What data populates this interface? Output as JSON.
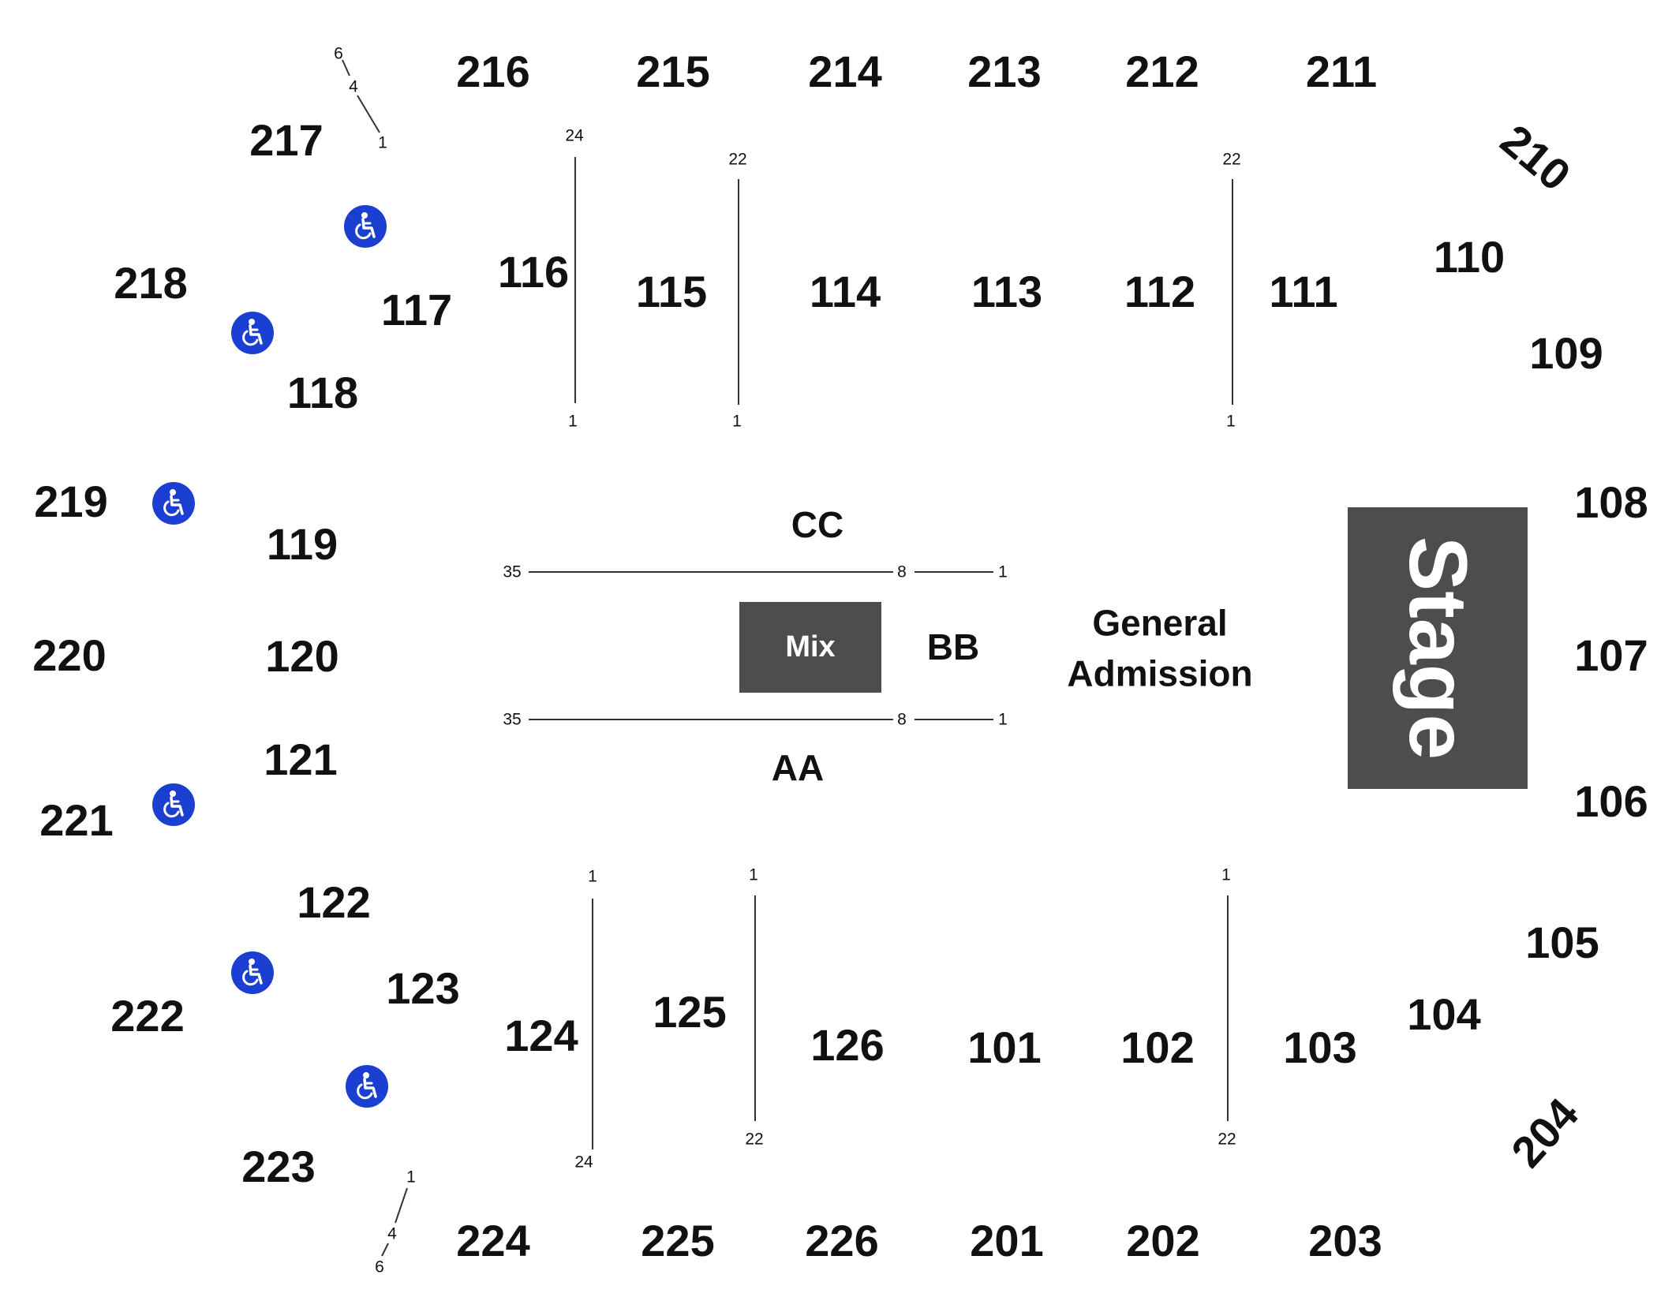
{
  "colors": {
    "accessible": "#1a3fd1",
    "stage": "#4d4d4d",
    "mix": "#4d4d4d",
    "text": "#111111"
  },
  "sections": {
    "s216": "216",
    "s215": "215",
    "s214": "214",
    "s213": "213",
    "s212": "212",
    "s211": "211",
    "s210": "210",
    "s217": "217",
    "s218": "218",
    "s219": "219",
    "s220": "220",
    "s221": "221",
    "s222": "222",
    "s223": "223",
    "s224": "224",
    "s225": "225",
    "s226": "226",
    "s201": "201",
    "s202": "202",
    "s203": "203",
    "s204": "204",
    "s116": "116",
    "s115": "115",
    "s114": "114",
    "s113": "113",
    "s112": "112",
    "s111": "111",
    "s110": "110",
    "s109": "109",
    "s117": "117",
    "s118": "118",
    "s119": "119",
    "s120": "120",
    "s121": "121",
    "s122": "122",
    "s123": "123",
    "s124": "124",
    "s125": "125",
    "s126": "126",
    "s101": "101",
    "s102": "102",
    "s103": "103",
    "s104": "104",
    "s105": "105",
    "s108": "108",
    "s107": "107",
    "s106": "106"
  },
  "floor": {
    "cc": "CC",
    "bb": "BB",
    "aa": "AA",
    "general_admission_line1": "General",
    "general_admission_line2": "Admission",
    "mix": "Mix",
    "stage": "Stage"
  },
  "rows": {
    "r6a": "6",
    "r4a": "4",
    "r1a": "1",
    "r24_116": "24",
    "r1_116": "1",
    "r22_115": "22",
    "r1_115": "1",
    "r22_111": "22",
    "r1_111": "1",
    "r35_cc": "35",
    "r8_cc": "8",
    "r1_cc": "1",
    "r35_aa": "35",
    "r8_aa": "8",
    "r1_aa": "1",
    "r1_124": "1",
    "r24_124": "24",
    "r1_125": "1",
    "r22_125": "22",
    "r1_103": "1",
    "r22_103": "22",
    "r1b": "1",
    "r4b": "4",
    "r6b": "6"
  },
  "icons": {
    "wc1": "wheelchair-icon",
    "wc2": "wheelchair-icon",
    "wc3": "wheelchair-icon",
    "wc4": "wheelchair-icon",
    "wc5": "wheelchair-icon",
    "wc6": "wheelchair-icon"
  }
}
